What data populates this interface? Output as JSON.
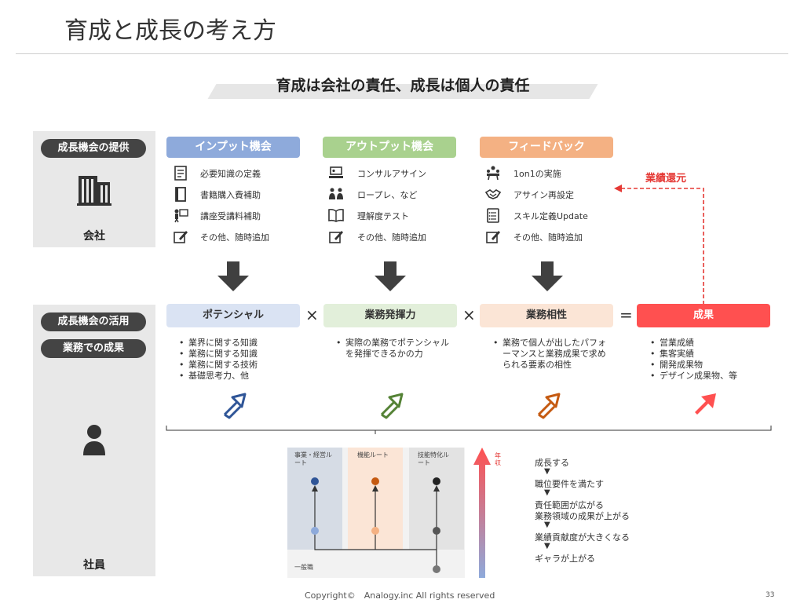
{
  "title": "育成と成長の考え方",
  "subtitle": "育成は会社の責任、成長は個人の責任",
  "company": {
    "pill": "成長機会の提供",
    "label": "会社"
  },
  "employee": {
    "pill_use": "成長機会の活用",
    "pill_results": "業務での成果",
    "label": "社員"
  },
  "opportunities": [
    {
      "header": "インプット機会",
      "color": "#8eaadb",
      "items": [
        {
          "icon": "document-icon",
          "label": "必要知識の定義"
        },
        {
          "icon": "book-icon",
          "label": "書籍購入費補助"
        },
        {
          "icon": "lecture-icon",
          "label": "講座受講料補助"
        },
        {
          "icon": "edit-icon",
          "label": "その他、随時追加"
        }
      ]
    },
    {
      "header": "アウトプット機会",
      "color": "#a9d18e",
      "items": [
        {
          "icon": "consulting-icon",
          "label": "コンサルアサイン"
        },
        {
          "icon": "roleplay-icon",
          "label": "ロープレ、など"
        },
        {
          "icon": "open-book-icon",
          "label": "理解度テスト"
        },
        {
          "icon": "edit-icon",
          "label": "その他、随時追加"
        }
      ]
    },
    {
      "header": "フィードバック",
      "color": "#f4b183",
      "items": [
        {
          "icon": "meeting-icon",
          "label": "1on1の実施"
        },
        {
          "icon": "handshake-icon",
          "label": "アサイン再設定"
        },
        {
          "icon": "checklist-icon",
          "label": "スキル定義Update"
        },
        {
          "icon": "edit-icon",
          "label": "その他、随時追加"
        }
      ]
    }
  ],
  "feedback_note": "業績還元",
  "formula": {
    "potential": {
      "label": "ポテンシャル",
      "bg": "#dae3f3",
      "bullets": [
        "業界に関する知識",
        "業務に関する知識",
        "業務に関する技術",
        "基礎思考力、他"
      ]
    },
    "times1": "×",
    "execution": {
      "label": "業務発揮力",
      "bg": "#e2efda",
      "bullets": [
        "実際の業務でポテンシャルを発揮できるかの力"
      ]
    },
    "times2": "×",
    "fit": {
      "label": "業務相性",
      "bg": "#fbe5d6",
      "bullets": [
        "業務で個人が出したパフォーマンスと業務成果で求められる要素の相性"
      ]
    },
    "equals": "=",
    "result": {
      "label": "成果",
      "bg": "#ff5050",
      "bullets": [
        "営業成績",
        "集客実績",
        "開発成果物",
        "デザイン成果物、等"
      ]
    }
  },
  "routes": {
    "business": "事業・経営ルート",
    "function": "機能ルート",
    "specialist": "技能特化ルート",
    "general": "一般職"
  },
  "years_label": "年収",
  "growth_steps": [
    "成長する",
    "職位要件を満たす",
    "責任範囲が広がる",
    "業務領域の成果が上がる",
    "業績貢献度が大きくなる",
    "ギャラが上がる"
  ],
  "step_marker": "▼",
  "footer": "Copyright©　Analogy.inc  All rights reserved",
  "page_number": "33"
}
